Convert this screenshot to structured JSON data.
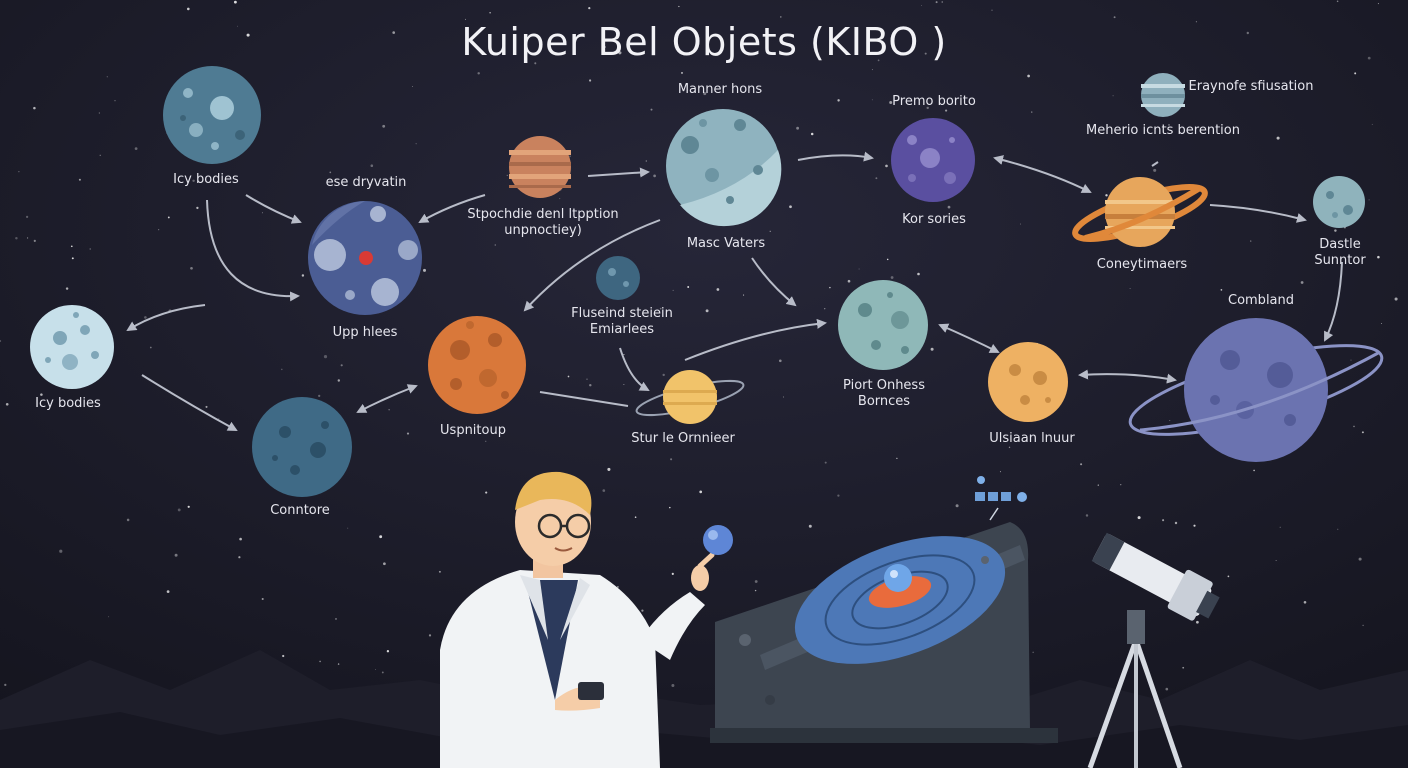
{
  "title": "Kuiper Bel Objets (KIBO )",
  "colors": {
    "sky": "#1b1b2c",
    "label": "#e6e6ee",
    "arrow": "#b8bcc8",
    "coat": "#f1f3f5",
    "hair": "#e9b75a"
  },
  "labels": {
    "icy_bodies_top": "Icy bodies",
    "icy_bodies_left": "Icy bodies",
    "ese_dryvatin": "ese dryvatin",
    "stpochdie": "Stpochdie denl ltpption\nunpnoctiey)",
    "manner_hons": "Manner hons",
    "mass_vaters": "Masc Vaters",
    "premo_borito": "Premo borito",
    "kor_sories": "Kor sories",
    "eraynofe": "Eraynofe sfiusation",
    "meherio": "Meherio icnts berention",
    "coneytimaers": "Coneytimaers",
    "dastle_sunntor": "Dastle Sunntor",
    "upp_hlees": "Upp hlees",
    "uspnitoup": "Uspnitoup",
    "fluseind": "Fluseind steiein\nEmiarlees",
    "sture_orrnieer": "Stur le Ornnieer",
    "piort_onhess": "Piort Onhess\nBornces",
    "ulsiaan_lnuur": "Ulsiaan lnuur",
    "combland": "Combland",
    "conntore": "Conntore"
  },
  "icons": [
    "scientist-figure",
    "telescope-icon",
    "orbit-model-icon",
    "satellite-icon",
    "handheld-device-icon"
  ]
}
